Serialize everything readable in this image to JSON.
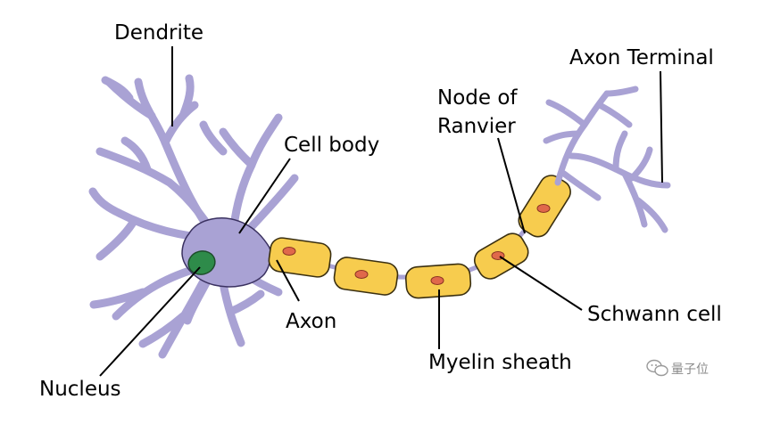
{
  "labels": {
    "dendrite": "Dendrite",
    "cell_body": "Cell body",
    "axon_terminal": "Axon Terminal",
    "node_of_ranvier_line1": "Node of",
    "node_of_ranvier_line2": "Ranvier",
    "axon": "Axon",
    "schwann_cell": "Schwann cell",
    "myelin_sheath": "Myelin sheath",
    "nucleus": "Nucleus"
  },
  "watermark": {
    "text": "量子位",
    "icon": "wechat-icon"
  },
  "colors": {
    "neuron_fill": "#a9a2d4",
    "neuron_stroke": "#3a3160",
    "myelin_fill": "#f7cc4e",
    "myelin_stroke": "#3a2f10",
    "schwann_nucleus": "#e0684b",
    "nucleus_fill": "#2e8b4a"
  }
}
